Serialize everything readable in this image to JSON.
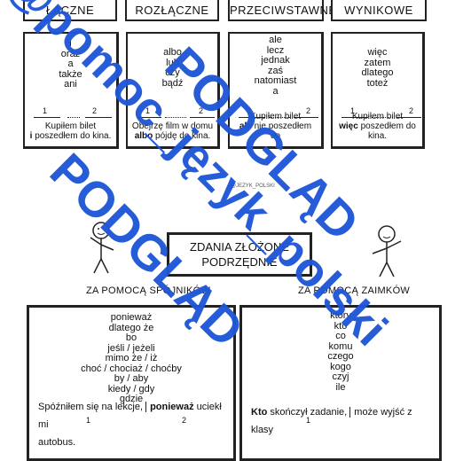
{
  "headers": [
    "ŁĄCZNE",
    "ROZŁĄCZNE",
    "PRZECIWSTAWNE",
    "WYNIKOWE"
  ],
  "columns": [
    {
      "words": [
        "i",
        "oraz",
        "a",
        "także",
        "ani"
      ],
      "ex_line1": "Kupiłem bilet",
      "ex_bold": "i",
      "ex_line2": "poszedłem do kina."
    },
    {
      "words": [
        "albo",
        "lub",
        "czy",
        "bądź"
      ],
      "ex_line1": "Obejrzę film w domu",
      "ex_bold": "albo",
      "ex_line2": "pójdę do kina."
    },
    {
      "words": [
        "ale",
        "lecz",
        "jednak",
        "zaś",
        "natomiast",
        "a"
      ],
      "ex_line1": "Kupiłem bilet",
      "ex_bold": "ale",
      "ex_line2": "nie poszedłem do"
    },
    {
      "words": [
        "więc",
        "zatem",
        "dlatego",
        "toteż"
      ],
      "ex_line1": "Kupiłem bilet",
      "ex_bold": "więc",
      "ex_line2": "poszedłem do kina."
    }
  ],
  "small_label": "@JEZYK_POLSKI",
  "title": {
    "line1": "ZDANIA ZŁOŻONE",
    "line2": "PODRZĘDNIE"
  },
  "left_section": {
    "label": "ZA POMOCĄ SPÓJNIKÓW",
    "words": [
      "ponieważ",
      "dlatego że",
      "bo",
      "jeśli / jeżeli",
      "mimo że / iż",
      "choć / chociaż / choćby",
      "by / aby",
      "kiedy / gdy",
      "gdzie"
    ],
    "num1": "1",
    "num2": "2",
    "ex_before": "Spóźniłem się na lekcje,",
    "ex_bold": "ponieważ",
    "ex_after": "uciekł mi",
    "ex_line2": "autobus."
  },
  "right_section": {
    "label": "ZA POMOCĄ ZAIMKÓW",
    "words": [
      "który",
      "kto",
      "co",
      "komu",
      "czego",
      "kogo",
      "czyj",
      "ile"
    ],
    "num1": "1",
    "ex_bold": "Kto",
    "ex_after": "skończył zadanie,",
    "ex_tail": "może wyjść z klasy"
  },
  "timeline_numbers": [
    "1",
    "2"
  ],
  "watermarks": [
    "@pomoc_język_polski",
    "PODGLĄD",
    "PODGLĄD"
  ],
  "colors": {
    "watermark": "#1f57d6",
    "ink": "#222222"
  }
}
